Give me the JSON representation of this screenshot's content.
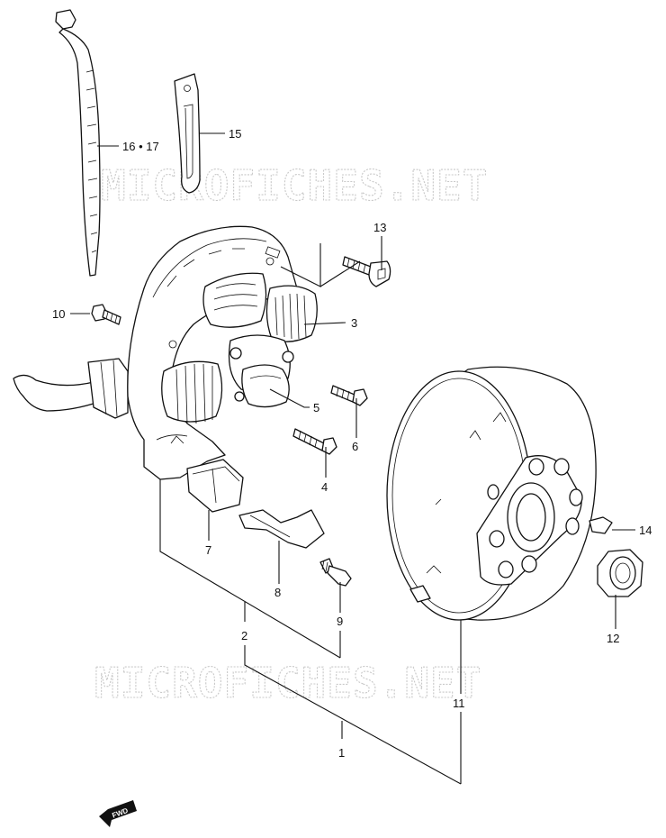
{
  "watermark": {
    "text": "MICROFICHES.NET"
  },
  "fwd_badge": {
    "text": "FWD"
  },
  "labels": {
    "p1": "1",
    "p2": "2",
    "p3": "3",
    "p4": "4",
    "p5": "5",
    "p6": "6",
    "p7": "7",
    "p8": "8",
    "p9": "9",
    "p10": "10",
    "p11": "11",
    "p12": "12",
    "p13": "13",
    "p14": "14",
    "p15": "15",
    "p16_17": "16 • 17"
  }
}
